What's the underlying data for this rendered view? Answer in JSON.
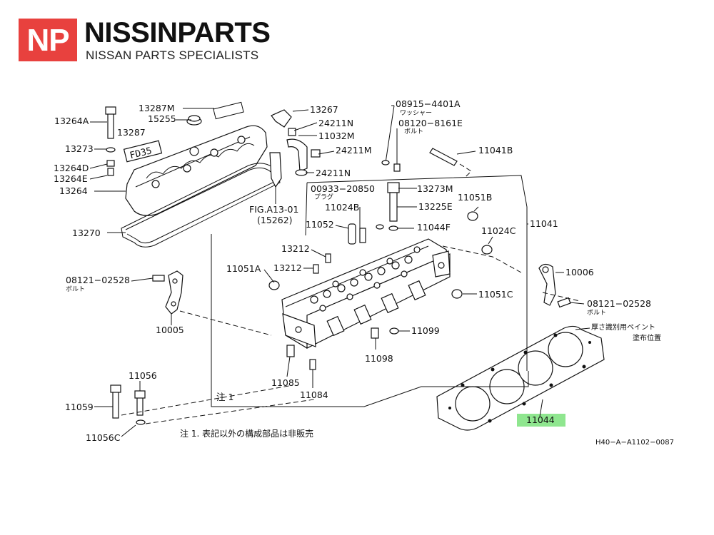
{
  "brand": {
    "logo_letters": "NP",
    "name": "NISSINPARTS",
    "tagline": "NISSAN PARTS SPECIALISTS",
    "accent_color": "#e8413e"
  },
  "diagram": {
    "labels": {
      "p13264A": "13264A",
      "p13287M": "13287M",
      "p15255": "15255",
      "p13287": "13287",
      "p13273": "13273",
      "p13264D": "13264D",
      "p13264E": "13264E",
      "p13264": "13264",
      "p13270": "13270",
      "p13267": "13267",
      "p24211N_a": "24211N",
      "p11032M": "11032M",
      "p24211M": "24211M",
      "p24211N_b": "24211N",
      "figref": "FIG.A13-01",
      "figref2": "(15262)",
      "p08915": "08915−4401A",
      "p08915_jp": "ワッシャー",
      "p08120": "08120−8161E",
      "p08120_jp": "ボルト",
      "p11041B": "11041B",
      "p00933": "00933−20850",
      "p00933_jp": "プラグ",
      "p13273M": "13273M",
      "p11051B": "11051B",
      "p11024B": "11024B",
      "p13225E": "13225E",
      "p11052": "11052",
      "p11044F": "11044F",
      "p11024C": "11024C",
      "p11041": "11041",
      "p13212a": "13212",
      "p13212b": "13212",
      "p11051A": "11051A",
      "p08121_l": "08121−02528",
      "p08121_l_jp": "ボルト",
      "p10006": "10006",
      "p08121_r": "08121−02528",
      "p08121_r_jp": "ボルト",
      "p11051C": "11051C",
      "p10005": "10005",
      "p11099": "11099",
      "p11098": "11098",
      "p11085": "11085",
      "p11084": "11084",
      "note_mark": "注 1",
      "p11056": "11056",
      "p11059": "11059",
      "p11056C": "11056C",
      "p11044": "11044",
      "paint_note1": "厚さ識別用ペイント",
      "paint_note2": "塗布位置",
      "footnote": "注 1. 表記以外の構成部品は非販売",
      "drawing_code": "H40−A−A1102−0087"
    },
    "fd35_badge": "FD35",
    "highlight_part": "11044",
    "highlight_color": "#8fe68f"
  }
}
